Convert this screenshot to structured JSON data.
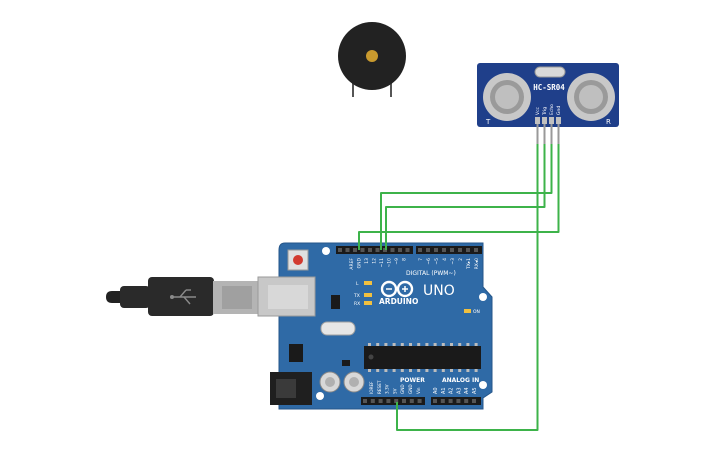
{
  "sensor": {
    "model": "HC-SR04",
    "left_mark": "T",
    "right_mark": "R",
    "pins": [
      "Vcc",
      "Trig",
      "Echo",
      "Gnd"
    ]
  },
  "board": {
    "brand": "ARDUINO",
    "model": "UNO",
    "digital_header": "DIGITAL (PWM~)",
    "power_header": "POWER",
    "analog_header": "ANALOG IN",
    "top_pins": [
      "AREF",
      "GND",
      "13",
      "12",
      "~11",
      "~10",
      "~9",
      "8",
      "7",
      "~6",
      "~5",
      "4",
      "~3",
      "2",
      "TX▸1",
      "RX◂0"
    ],
    "power_pins": [
      "IOREF",
      "RESET",
      "3.3V",
      "5V",
      "GND",
      "GND",
      "Vin"
    ],
    "analog_pins": [
      "A0",
      "A1",
      "A2",
      "A3",
      "A4",
      "A5"
    ],
    "led_labels": [
      "L",
      "TX",
      "RX"
    ],
    "on_label": "ON"
  },
  "colors": {
    "board": "#2f6aa6",
    "wire": "#3db34a",
    "sensor": "#1f3f8a",
    "buzzer": "#222222"
  }
}
